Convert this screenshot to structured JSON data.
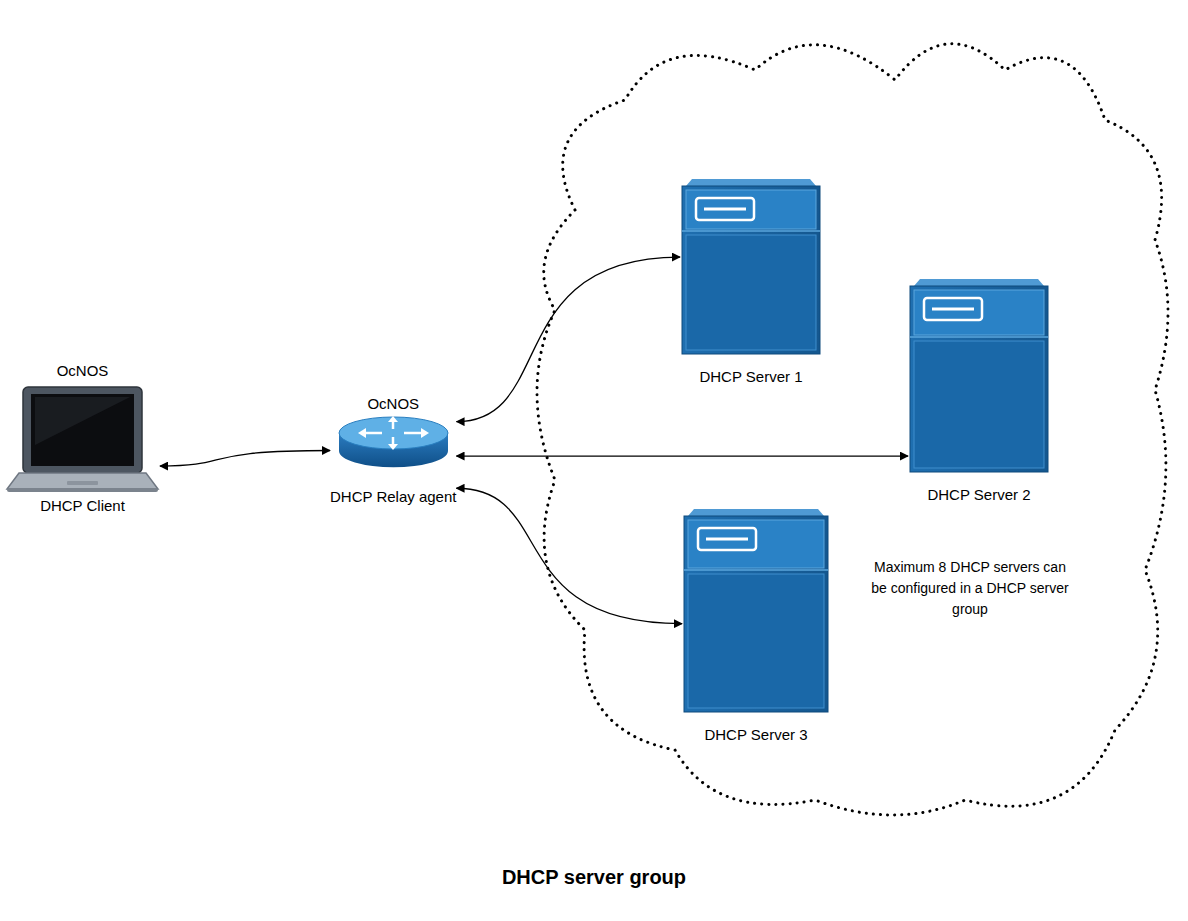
{
  "diagram": {
    "caption": "DHCP server group",
    "nodes": [
      {
        "text": [
          "OcNOS",
          "DHCP Client"
        ]
      },
      {
        "text": [
          "OcNOS",
          "DHCP Relay agent"
        ]
      },
      {
        "text": [
          "Maximum 8 DHCP servers can be configured in a DHCP server group"
        ]
      },
      {
        "text": [
          "DHCP Server 1"
        ],
        "in": 2
      },
      {
        "text": [
          "DHCP Server 2"
        ],
        "in": 2
      },
      {
        "text": [
          "DHCP Server 3"
        ],
        "in": 2
      }
    ],
    "edges": [
      {
        "from": 0,
        "to": 1,
        "arrow": "both"
      },
      {
        "from": 1,
        "to": 3,
        "arrow": "both"
      },
      {
        "from": 1,
        "to": 4,
        "arrow": "both"
      },
      {
        "from": 1,
        "to": 5,
        "arrow": "both"
      }
    ]
  }
}
